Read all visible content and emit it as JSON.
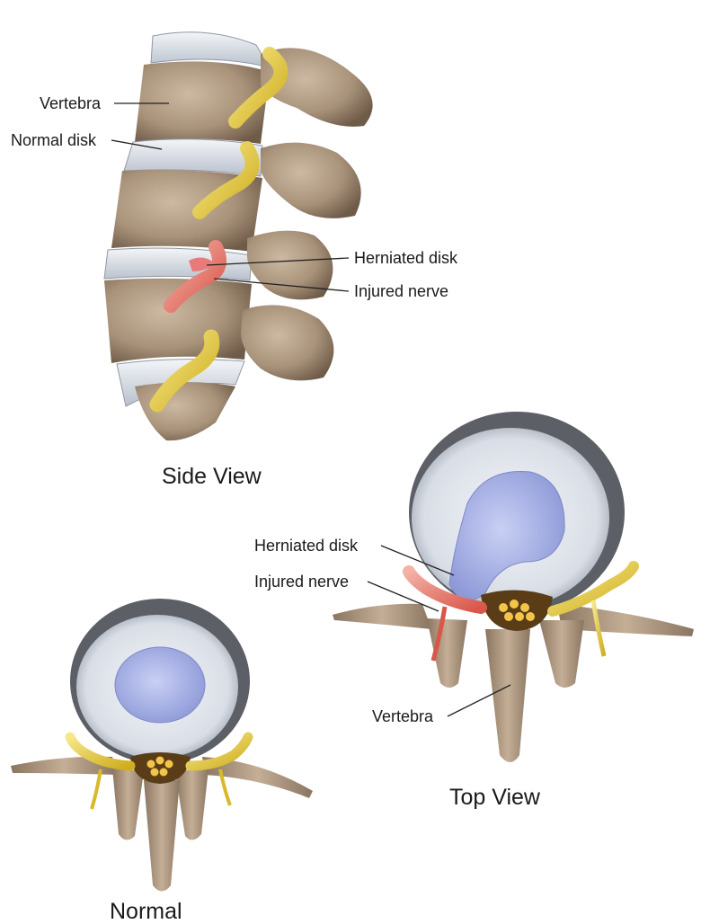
{
  "side_view": {
    "caption": "Side View",
    "labels": {
      "vertebra": "Vertebra",
      "normal_disk": "Normal disk",
      "herniated_disk": "Herniated disk",
      "injured_nerve": "Injured nerve"
    }
  },
  "top_view": {
    "caption": "Top View",
    "labels": {
      "herniated_disk": "Herniated disk",
      "injured_nerve": "Injured nerve",
      "vertebra": "Vertebra"
    }
  },
  "normal_view": {
    "caption": "Normal"
  },
  "colors": {
    "bone": "#a8927a",
    "bone_dark": "#6e5b48",
    "disk": "#dfe4ec",
    "nucleus": "#a9b4e8",
    "nerve": "#e7cf3a",
    "injured_nerve": "#e8857a"
  }
}
